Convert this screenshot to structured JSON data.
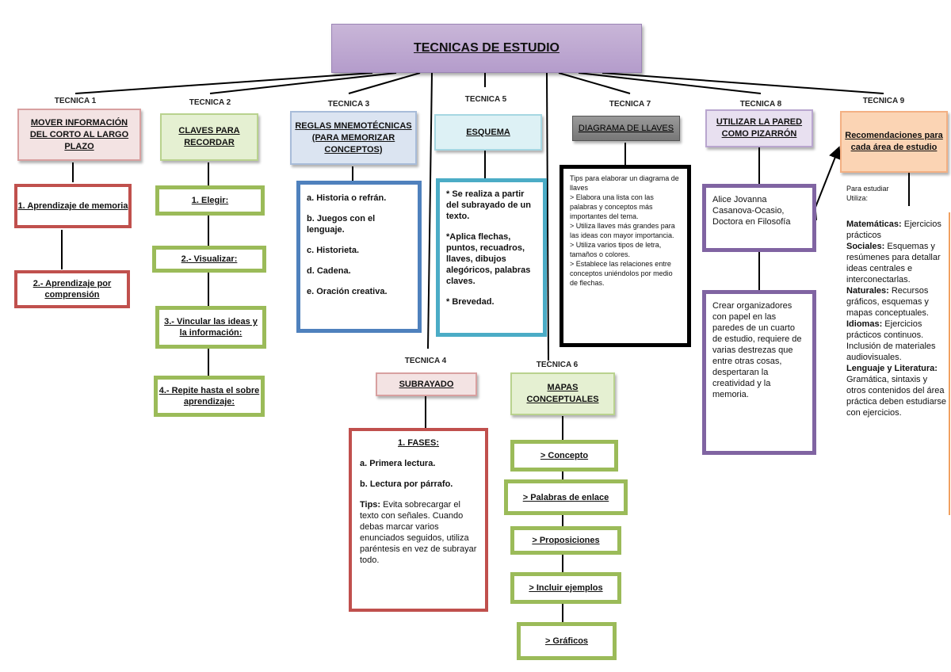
{
  "title": "TECNICAS DE ESTUDIO",
  "t1": {
    "label": "TECNICA 1",
    "head": "MOVER INFORMACIÓN DEL CORTO AL LARGO PLAZO",
    "box1": "1. Aprendizaje de memoria",
    "box2": "2.- Aprendizaje por comprensión"
  },
  "t2": {
    "label": "TECNICA 2",
    "head": "CLAVES PARA RECORDAR",
    "steps": [
      "1. Elegir:",
      "2.- Visualizar:",
      "3.- Vincular las ideas y la información:",
      "4.- Repite hasta el sobre aprendizaje:"
    ]
  },
  "t3": {
    "label": "TECNICA 3",
    "head": "REGLAS MNEMOTÉCNICAS (PARA MEMORIZAR CONCEPTOS)",
    "items": [
      "a. Historia o refrán.",
      "b. Juegos con el lenguaje.",
      "c. Historieta.",
      "d. Cadena.",
      "e. Oración creativa."
    ]
  },
  "t4": {
    "label": "TECNICA 4",
    "head": "SUBRAYADO",
    "fases": "1. FASES:",
    "a": "a. Primera lectura.",
    "b": "b. Lectura por párrafo.",
    "tips_label": "Tips:",
    "tips_text": " Evita sobrecargar el texto con señales. Cuando debas marcar varios enunciados seguidos, utiliza paréntesis en vez de subrayar todo."
  },
  "t5": {
    "label": "TECNICA 5",
    "head": "ESQUEMA",
    "items": [
      "* Se realiza a partir del subrayado de un texto.",
      "*Aplica flechas, puntos, recuadros, llaves, dibujos alegóricos, palabras claves.",
      "* Brevedad."
    ]
  },
  "t6": {
    "label": "TECNICA 6",
    "head": "MAPAS CONCEPTUALES",
    "items": [
      "> Concepto",
      "> Palabras de enlace",
      "> Proposiciones",
      "> Incluir ejemplos",
      "> Gráficos"
    ]
  },
  "t7": {
    "label": "TECNICA 7",
    "head": "DIAGRAMA DE LLAVES",
    "lines": [
      "Tips para elaborar un diagrama de llaves",
      "> Elabora una lista con las palabras y conceptos más importantes del tema.",
      "> Utiliza llaves más grandes para las ideas con mayor importancia.",
      "> Utiliza varios tipos de letra, tamaños o colores.",
      "> Establece las relaciones entre conceptos uniéndolos por medio de flechas."
    ]
  },
  "t8": {
    "label": "TECNICA 8",
    "head": "UTILIZAR LA PARED COMO PIZARRÓN",
    "author": "Alice Jovanna Casanova-Ocasio, Doctora en Filosofía",
    "desc": "Crear organizadores con papel en las paredes de un cuarto de estudio, requiere de varias destrezas que entre otras cosas, despertaran la creatividad y la memoria."
  },
  "t9": {
    "label": "TECNICA 9",
    "head": "Recomendaciones para cada área de estudio",
    "intro": "Para estudiar Utiliza:",
    "areas": [
      {
        "name": "Matemáticas:",
        "text": " Ejercicios prácticos"
      },
      {
        "name": "Sociales:",
        "text": " Esquemas y resúmenes para detallar ideas centrales e interconectarlas."
      },
      {
        "name": "Naturales:",
        "text": " Recursos gráficos, esquemas y mapas conceptuales."
      },
      {
        "name": "Idiomas:",
        "text": " Ejercicios prácticos continuos. Inclusión de materiales audiovisuales."
      },
      {
        "name": "Lenguaje y Literatura:",
        "text": " Gramática, sintaxis y otros contenidos del área práctica deben estudiarse con ejercicios."
      }
    ]
  },
  "colors": {
    "red": "#c0504d",
    "green": "#9bbb59",
    "blue": "#4f81bd",
    "cyan": "#4bacc6",
    "purple": "#8064a2",
    "black": "#000000"
  }
}
